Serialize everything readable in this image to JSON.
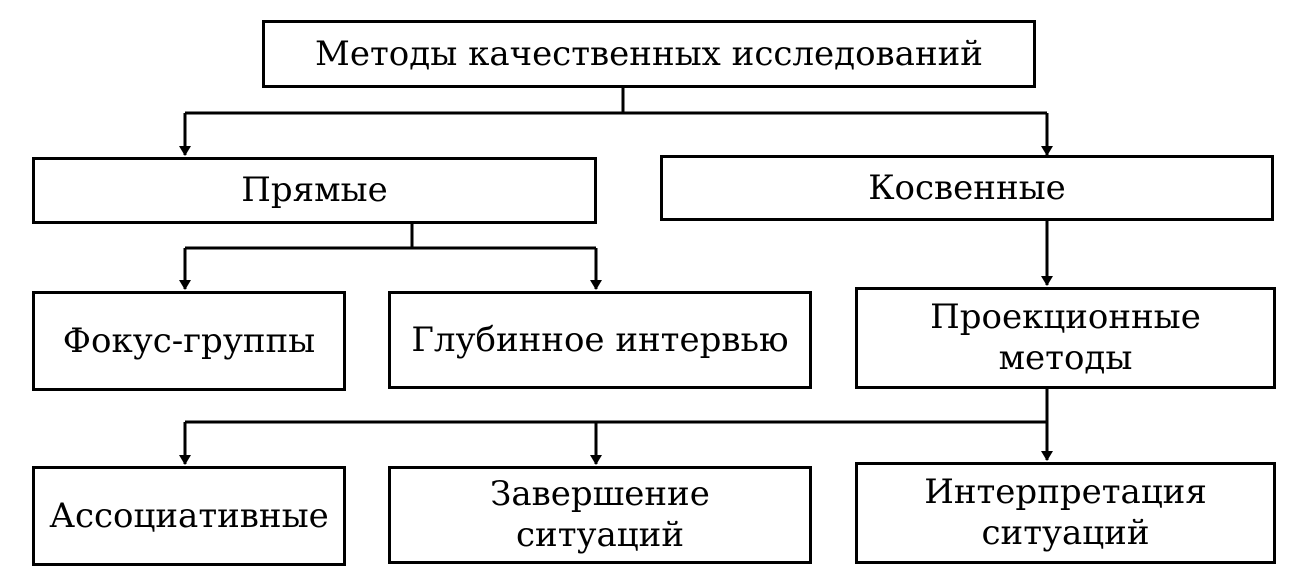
{
  "diagram": {
    "root": "Методы качественных исследований",
    "direct": "Прямые",
    "indirect": "Косвенные",
    "focus_groups": "Фокус-группы",
    "depth_interview": "Глубинное интервью",
    "projective": {
      "line1": "Проекционные",
      "line2": "методы"
    },
    "associative": "Ассоциативные",
    "completion": "Завершение ситуаций",
    "interpretation": {
      "line1": "Интерпретация",
      "line2": "ситуаций"
    }
  }
}
